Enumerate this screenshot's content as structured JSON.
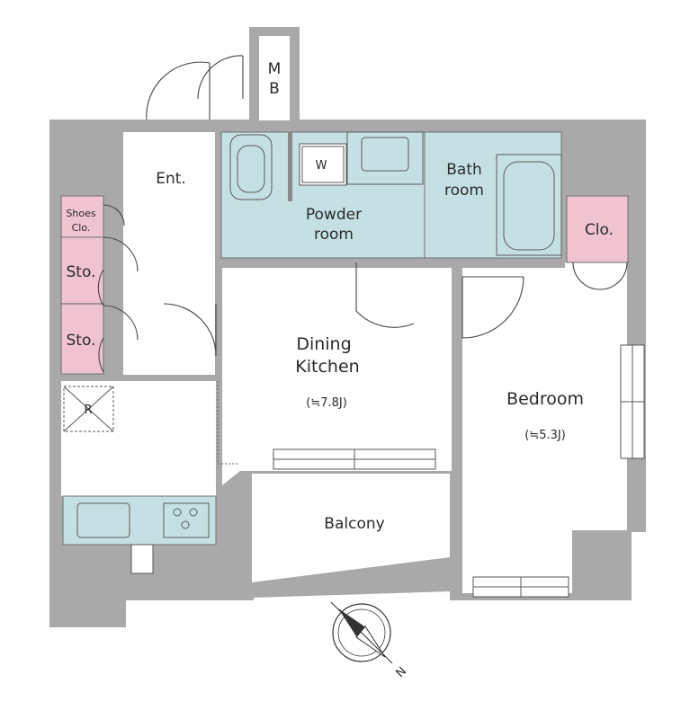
{
  "rooms": {
    "mb_line1": "M",
    "mb_line2": "B",
    "entrance": "Ent.",
    "washer": "W",
    "powder_line1": "Powder",
    "powder_line2": "room",
    "bath_line1": "Bath",
    "bath_line2": "room",
    "closet": "Clo.",
    "shoes_line1": "Shoes",
    "shoes_line2": "Clo.",
    "storage_1": "Sto.",
    "storage_2": "Sto.",
    "refrigerator": "R",
    "dining_line1": "Dining",
    "dining_line2": "Kitchen",
    "dining_size": "(≒7.8J)",
    "bedroom": "Bedroom",
    "bedroom_size": "(≒5.3J)",
    "balcony": "Balcony"
  },
  "compass": {
    "direction": "N"
  },
  "colors": {
    "wall": "#a9a9a9",
    "wet_area": "#c5e0e4",
    "storage": "#efc3d0"
  }
}
